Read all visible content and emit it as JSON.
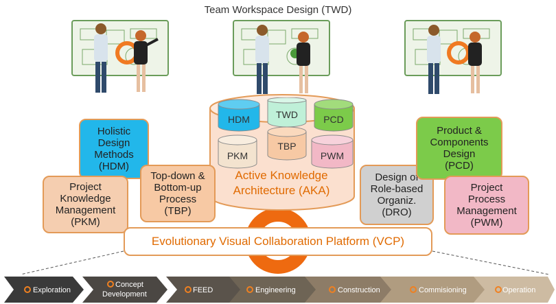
{
  "title": "Team Workspace Design (TWD)",
  "aka": {
    "label": "Active Knowledge\nArchitecture (AKA)",
    "cylinders": [
      "HDM",
      "TWD",
      "PCD",
      "PKM",
      "TBP",
      "PWM"
    ]
  },
  "boxes": {
    "hdm": "Holistic\nDesign\nMethods\n(HDM)",
    "pkm": "Project\nKnowledge\nManagement\n(PKM)",
    "tbp": "Top-down &\nBottom-up\nProcess\n(TBP)",
    "dro": "Design of\nRole-based\nOrganiz.\n(DRO)",
    "pcd": "Product &\nComponents\nDesign\n(PCD)",
    "pwm": "Project\nProcess\nManagement\n(PWM)"
  },
  "vcp_label": "Evolutionary Visual Collaboration Platform  (VCP)",
  "phases": [
    "Exploration",
    "Concept Development",
    "FEED",
    "Engineering",
    "Construction",
    "Commisioning",
    "Operation"
  ],
  "colors": {
    "hdm": "#22b7ea",
    "pkm": "#f5ceb0",
    "tbp": "#f7c9a4",
    "dro": "#d0d0d0",
    "pcd": "#7ccb4a",
    "pwm": "#f2b8c6",
    "accent": "#e06a00",
    "phase_dark": "#3a3a3a",
    "phase_light": "#c7b39a"
  }
}
